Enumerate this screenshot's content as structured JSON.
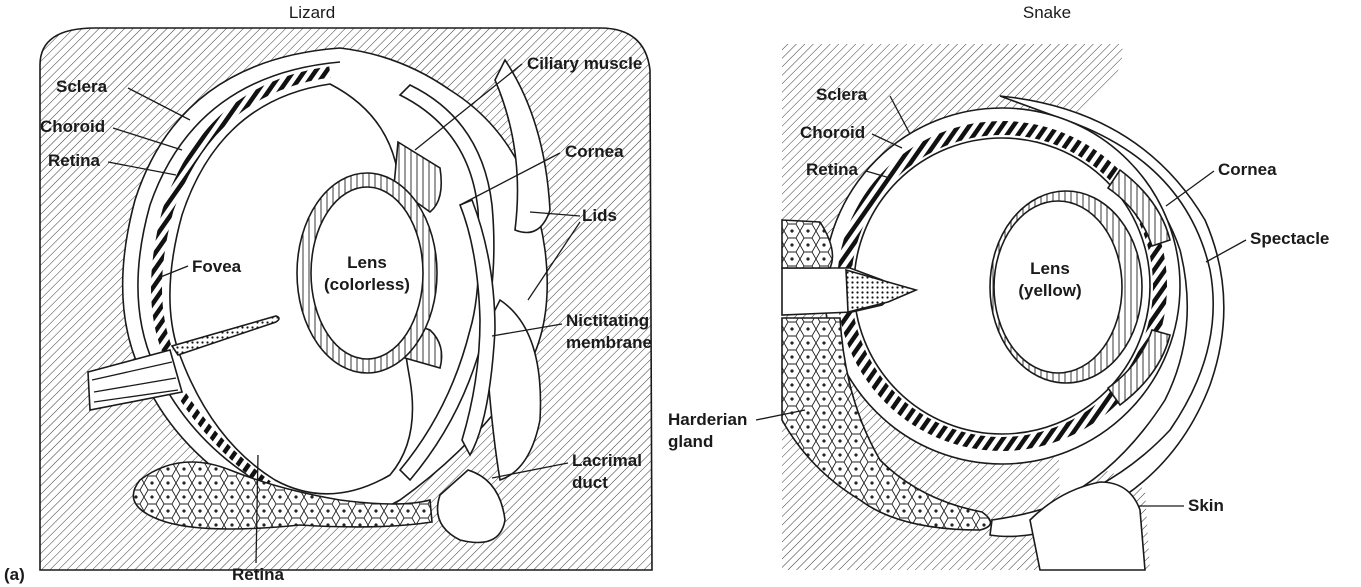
{
  "figure_label": "(a)",
  "panels": {
    "lizard": {
      "title": "Lizard",
      "labels": {
        "sclera": "Sclera",
        "choroid": "Choroid",
        "retina": "Retina",
        "fovea": "Fovea",
        "lens_line1": "Lens",
        "lens_line2": "(colorless)",
        "ciliary_muscle": "Ciliary muscle",
        "cornea": "Cornea",
        "lids": "Lids",
        "nictitating_line1": "Nictitating",
        "nictitating_line2": "membrane",
        "lacrimal_line1": "Lacrimal",
        "lacrimal_line2": "duct",
        "retina_bottom": "Retina"
      }
    },
    "snake": {
      "title": "Snake",
      "labels": {
        "sclera": "Sclera",
        "choroid": "Choroid",
        "retina": "Retina",
        "lens_line1": "Lens",
        "lens_line2": "(yellow)",
        "cornea": "Cornea",
        "spectacle": "Spectacle",
        "harderian_line1": "Harderian",
        "harderian_line2": "gland",
        "skin": "Skin"
      }
    }
  }
}
